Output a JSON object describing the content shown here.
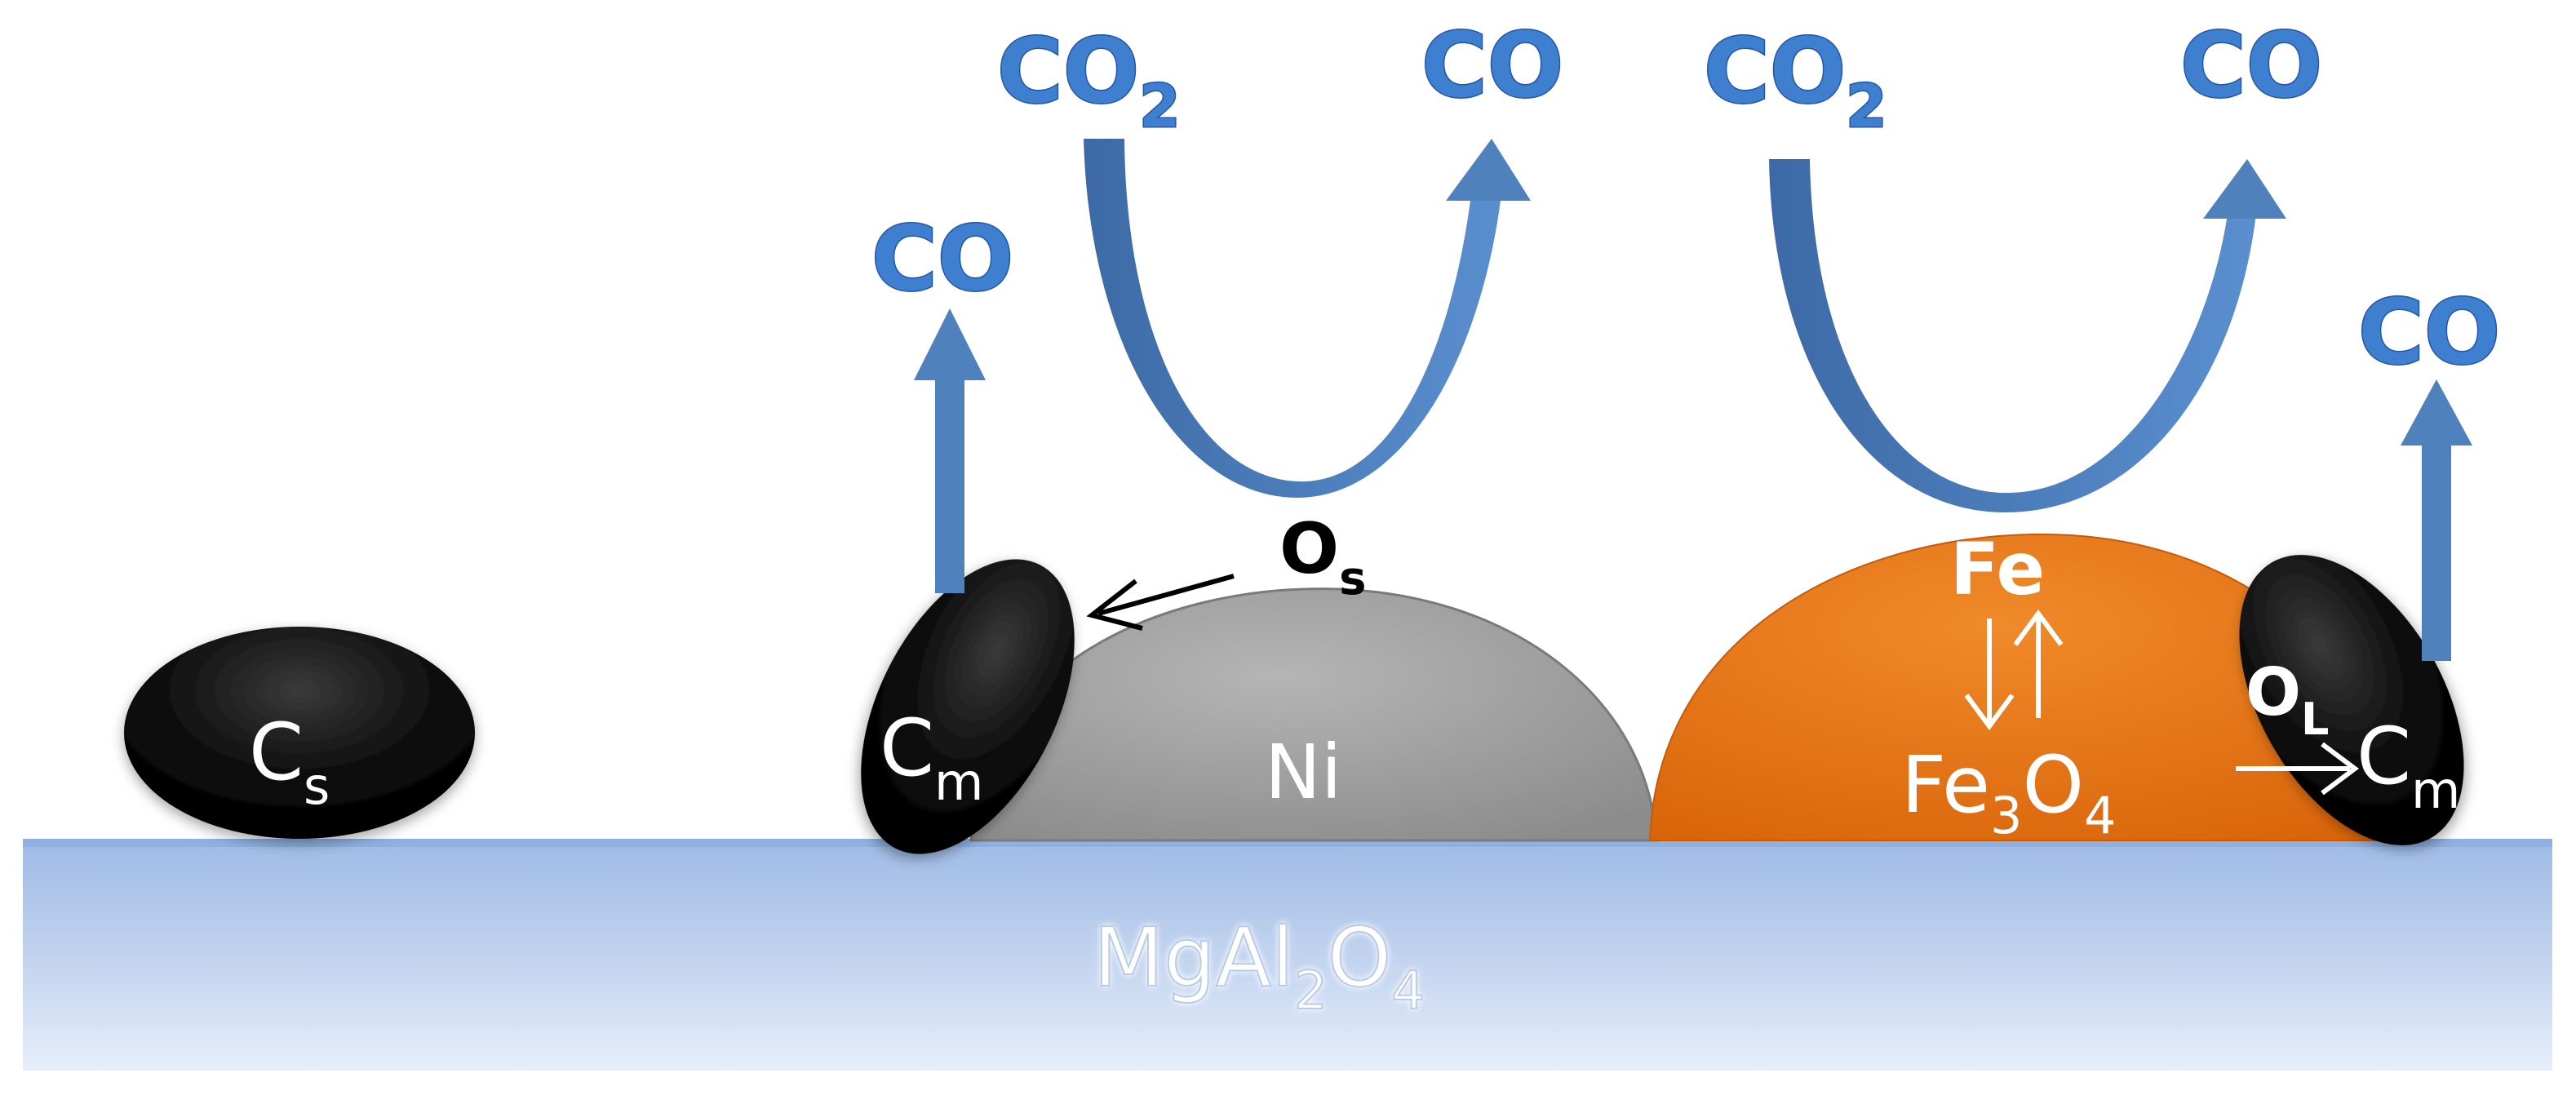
{
  "labels": {
    "substrate": {
      "main": "MgAl",
      "sub1": "2",
      "mid": "O",
      "sub2": "4"
    },
    "ni": "Ni",
    "fe": "Fe",
    "fe3o4": {
      "a": "Fe",
      "s1": "3",
      "b": "O",
      "s2": "4"
    },
    "cs": {
      "main": "C",
      "sub": "s"
    },
    "cm_left": {
      "main": "C",
      "sub": "m"
    },
    "cm_right": {
      "main": "C",
      "sub": "m"
    },
    "os": {
      "main": "O",
      "sub": "s"
    },
    "ol": {
      "main": "O",
      "sub": "L"
    },
    "co_left_vertical": "CO",
    "co2_ni": {
      "main": "CO",
      "sub": "2"
    },
    "co_ni": "CO",
    "co2_fe": {
      "main": "CO",
      "sub": "2"
    },
    "co_fe": "CO",
    "co_right_vertical": "CO"
  },
  "colors": {
    "arrow_blue": "#4f81bd",
    "co_text": "#3f7fd0",
    "substrate": "#b8cde8",
    "ni": "#9c9c9c",
    "fe3o4": "#e8760f",
    "carbon": "#0a0a0a"
  }
}
